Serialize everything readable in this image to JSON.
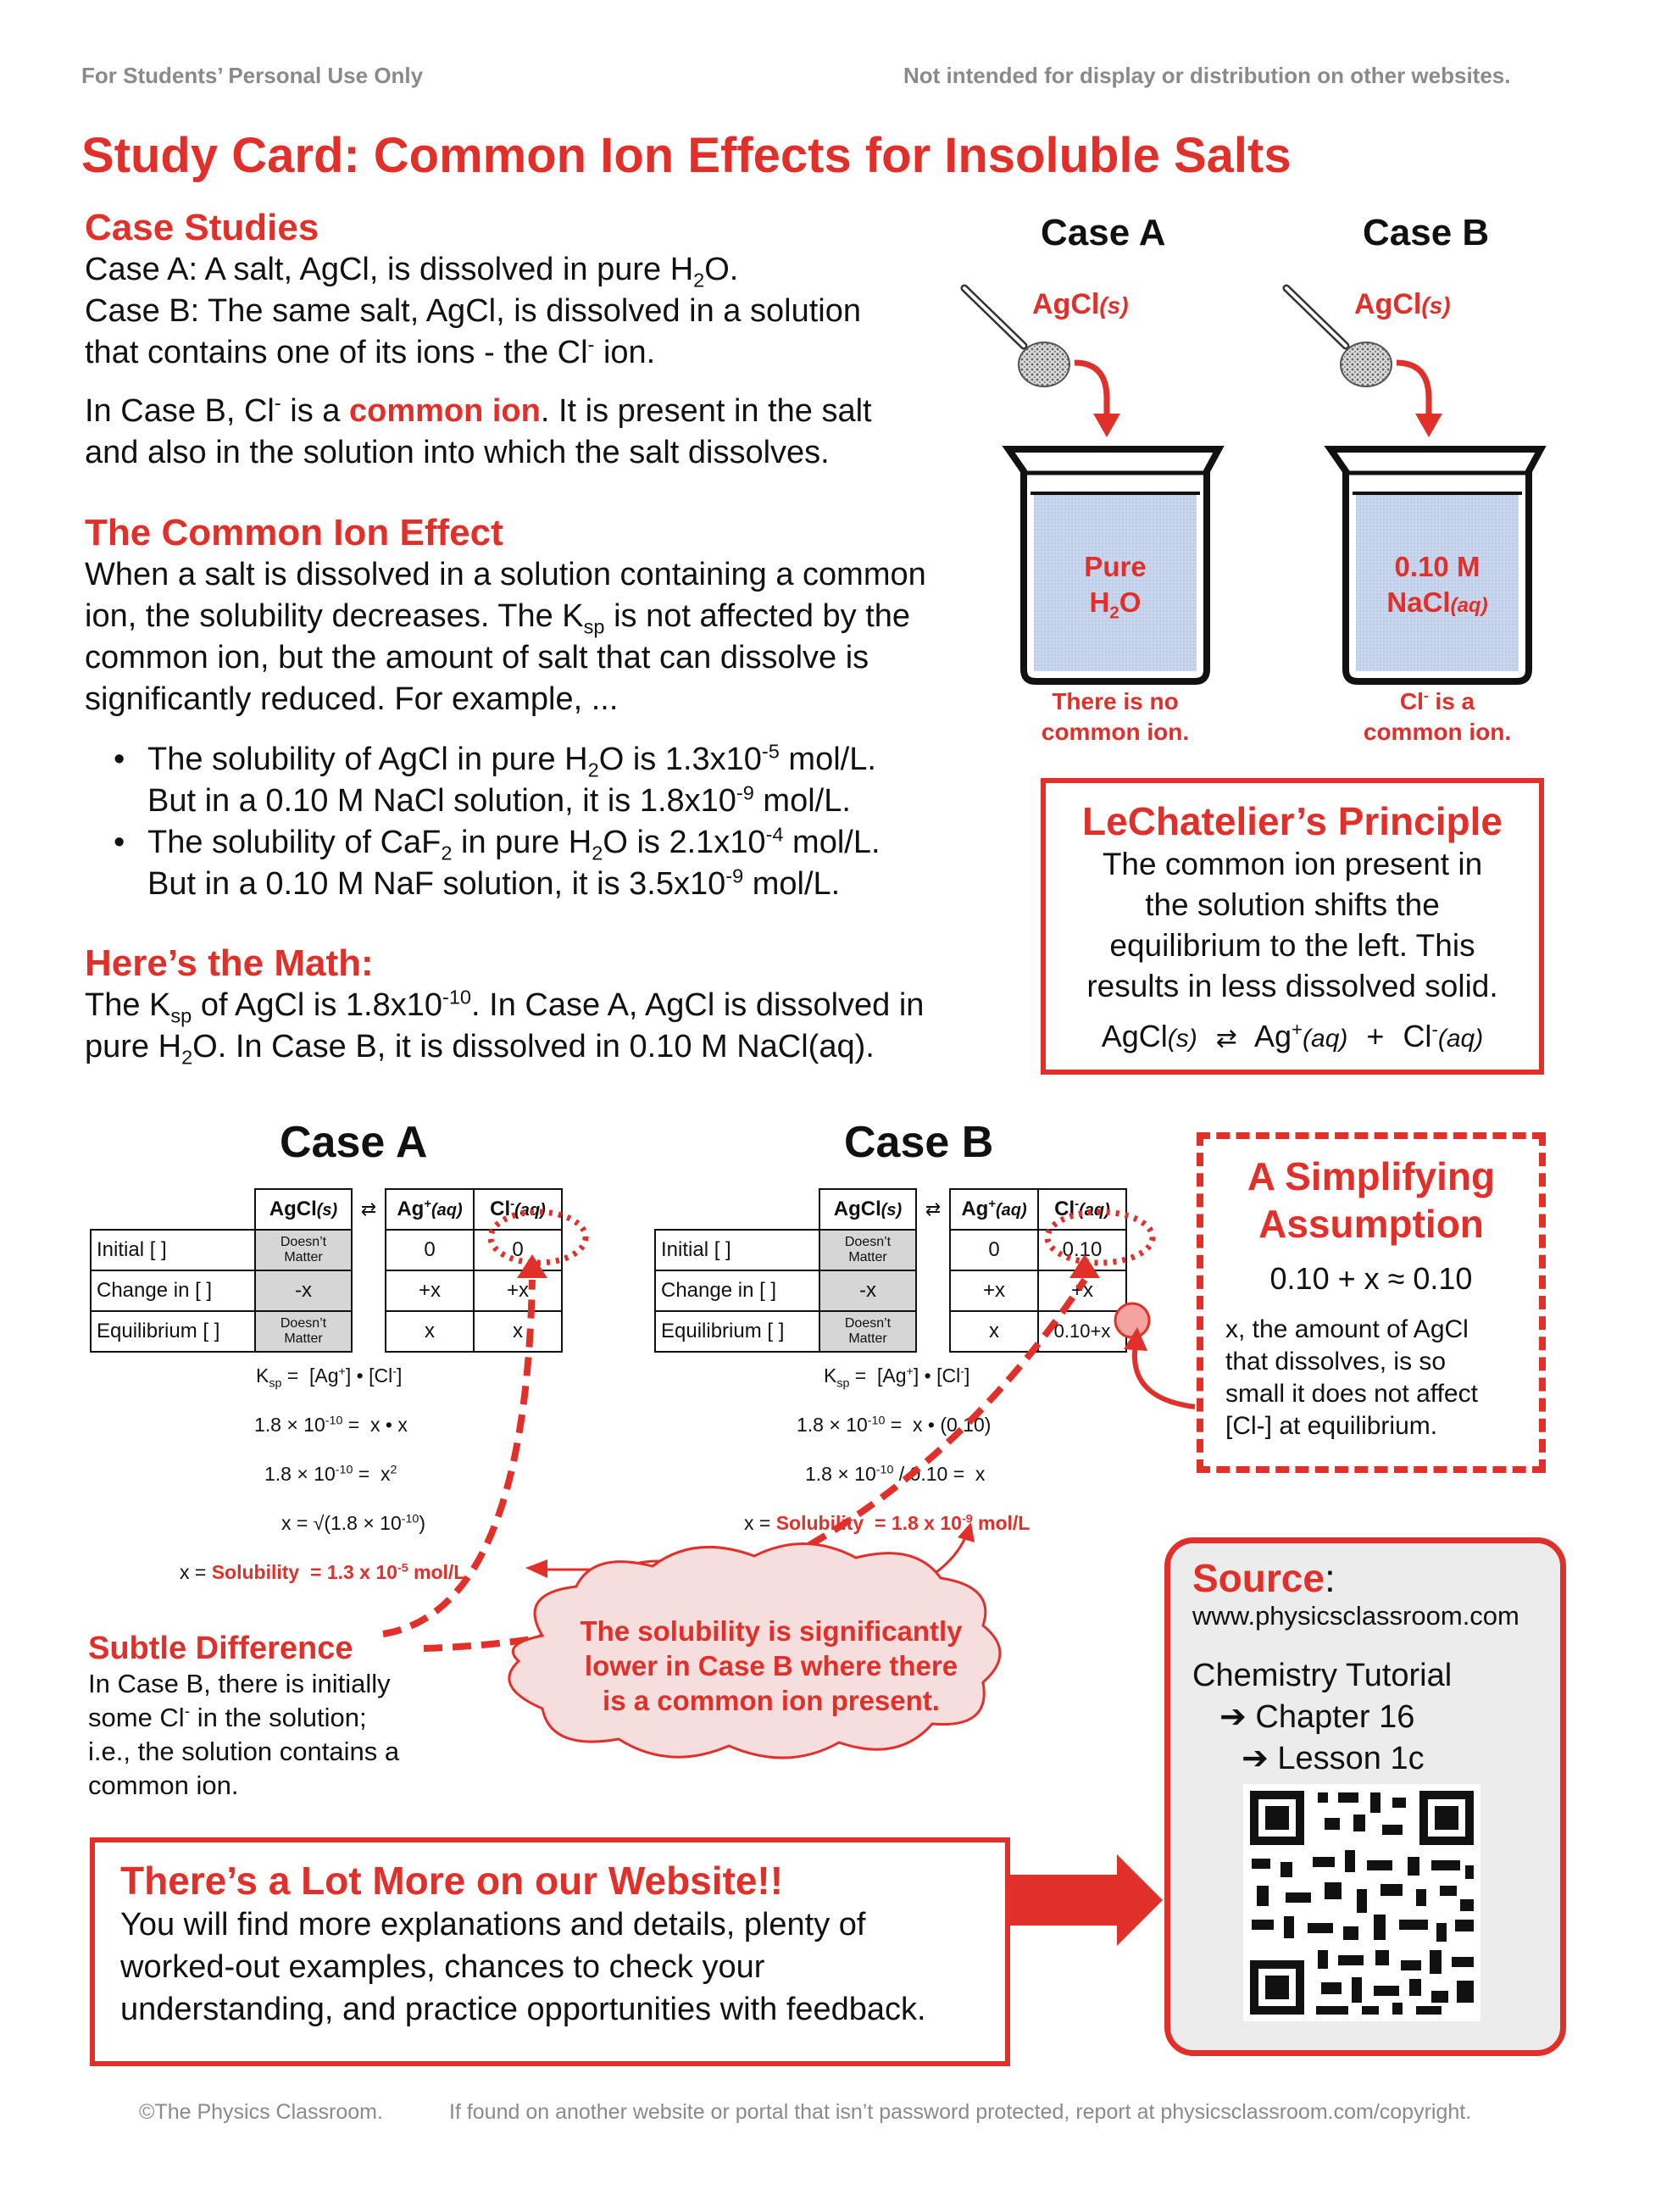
{
  "header": {
    "left": "For Students’ Personal Use Only",
    "right": "Not intended for display or distribution on other websites."
  },
  "title": "Study Card: Common Ion Effects for Insoluble Salts",
  "case_studies": {
    "heading": "Case Studies",
    "case_a_pre": "Case A: A salt, AgCl, is dissolved in pure H",
    "case_a_sub": "2",
    "case_a_post": "O.",
    "case_b_line1": "Case B: The same salt, AgCl, is dissolved in a solution",
    "case_b_line2_pre": "that contains one of its ions - the Cl",
    "case_b_line2_sup": "-",
    "case_b_line2_post": " ion.",
    "p2_pre": "In Case B, Cl",
    "p2_sup": "-",
    "p2_mid": " is a ",
    "p2_emph": "common ion",
    "p2_post": ". It is present in the salt",
    "p2_line2": "and also in the solution into which the salt dissolves."
  },
  "effect": {
    "heading": "The Common Ion Effect",
    "line1": "When a salt is dissolved in a solution containing a common",
    "line2_pre": "ion, the solubility decreases. The K",
    "line2_sub": "sp",
    "line2_post": " is not affected by the",
    "line3": "common ion, but the amount of salt that can dissolve is",
    "line4": "significantly reduced. For example, ...",
    "b1_l1_pre": "The solubility of AgCl in pure H",
    "b1_l1_sub": "2",
    "b1_l1_mid": "O is 1.3x10",
    "b1_l1_sup": "-5",
    "b1_l1_post": " mol/L.",
    "b1_l2_pre": "But in a 0.10 M NaCl solution, it is 1.8x10",
    "b1_l2_sup": "-9",
    "b1_l2_post": " mol/L.",
    "b2_l1_pre": "The solubility of CaF",
    "b2_l1_sub": "2",
    "b2_l1_mid": " in pure H",
    "b2_l1_sub2": "2",
    "b2_l1_mid2": "O is 2.1x10",
    "b2_l1_sup": "-4",
    "b2_l1_post": " mol/L.",
    "b2_l2_pre": "But in a 0.10 M NaF solution, it is 3.5x10",
    "b2_l2_sup": "-9",
    "b2_l2_post": " mol/L."
  },
  "math": {
    "heading": "Here’s the Math:",
    "l1_pre": "The K",
    "l1_sub": "sp",
    "l1_mid": " of AgCl is 1.8x10",
    "l1_sup": "-10",
    "l1_post": ". In Case A, AgCl is dissolved in",
    "l2_pre": "pure H",
    "l2_sub": "2",
    "l2_post": "O. In Case B, it is dissolved in 0.10 M NaCl(aq)."
  },
  "beakers": {
    "case_a_label": "Case A",
    "case_b_label": "Case B",
    "salt": "AgCl",
    "salt_state": "(s)",
    "a_content_l1": "Pure",
    "a_content_l2_pre": "H",
    "a_content_l2_sub": "2",
    "a_content_l2_post": "O",
    "b_content_l1": "0.10 M",
    "b_content_l2": "NaCl",
    "b_content_state": "(aq)",
    "a_caption_l1": "There is no",
    "a_caption_l2": "common ion.",
    "b_caption_l1_pre": "Cl",
    "b_caption_l1_sup": "-",
    "b_caption_l1_post": " is a",
    "b_caption_l2": "common ion."
  },
  "lechatelier": {
    "heading": "LeChatelier’s Principle",
    "l1": "The common ion present in",
    "l2": "the solution shifts the",
    "l3": "equilibrium to the left. This",
    "l4": "results in less dissolved solid.",
    "eq_left": "AgCl",
    "eq_left_state": "(s)",
    "eq_arrow": "⇄",
    "eq_mid": "Ag",
    "eq_mid_sup": "+",
    "eq_mid_state": "(aq)",
    "eq_plus": "+",
    "eq_right": "Cl",
    "eq_right_sup": "-",
    "eq_right_state": "(aq)"
  },
  "table_a": {
    "heading": "Case A",
    "cols": [
      "AgCl(s)",
      "⇄",
      "Ag+(aq)",
      "Cl-(aq)"
    ],
    "rows": [
      {
        "label": "Initial [ ]",
        "salt": "Doesn’t Matter",
        "ag": "0",
        "cl": "0"
      },
      {
        "label": "Change in [ ]",
        "salt": "-x",
        "ag": "+x",
        "cl": "+x"
      },
      {
        "label": "Equilibrium [ ]",
        "salt": "Doesn’t Matter",
        "ag": "x",
        "cl": "x"
      }
    ],
    "calc1": "Ksp =  [Ag+] • [Cl-]",
    "calc2": "1.8 × 10-10 =  x • x",
    "calc3": "1.8 × 10-10 =  x2",
    "calc4": "x = √(1.8 × 10-10)",
    "result_pre": "x = ",
    "result_val": "Solubility  = 1.3 x 10-5 mol/L"
  },
  "table_b": {
    "heading": "Case B",
    "rows": [
      {
        "label": "Initial [ ]",
        "salt": "Doesn’t Matter",
        "ag": "0",
        "cl": "0.10"
      },
      {
        "label": "Change in [ ]",
        "salt": "-x",
        "ag": "+x",
        "cl": "+x"
      },
      {
        "label": "Equilibrium [ ]",
        "salt": "Doesn’t Matter",
        "ag": "x",
        "cl": "0.10+x"
      }
    ],
    "calc1": "Ksp =  [Ag+] • [Cl-]",
    "calc2": "1.8 × 10-10 =  x • (0.10)",
    "calc3": "1.8 × 10-10 / 0.10 =  x",
    "result_pre": "x = ",
    "result_val": "Solubility  = 1.8 x 10-9 mol/L"
  },
  "assumption": {
    "heading_l1": "A Simplifying",
    "heading_l2": "Assumption",
    "eq": "0.10 + x ≈ 0.10",
    "l1": "x, the amount of AgCl",
    "l2": "that dissolves, is so",
    "l3": "small it does not affect",
    "l4": "[Cl-] at equilibrium."
  },
  "subtle": {
    "heading": "Subtle Difference",
    "l1": "In Case B, there is initially",
    "l2_pre": "some Cl",
    "l2_sup": "-",
    "l2_post": " in the solution;",
    "l3": "i.e., the solution contains a",
    "l4": "common ion."
  },
  "cloud": {
    "l1": "The solubility is significantly",
    "l2": "lower in Case B where there",
    "l3": "is a common ion present."
  },
  "more": {
    "heading": "There’s a Lot More on our Website!!",
    "l1": "You will find more explanations and details, plenty of",
    "l2": "worked-out examples, chances to check your",
    "l3": "understanding, and practice opportunities with feedback."
  },
  "source": {
    "heading": "Source",
    "colon": ":",
    "url": "www.physicsclassroom.com",
    "tutorial": "Chemistry Tutorial",
    "chapter": "➔ Chapter 16",
    "lesson": "➔ Lesson 1c"
  },
  "footer": {
    "left": "©The Physics Classroom.",
    "right": "If found on another website or portal that isn’t password protected, report at physicsclassroom.com/copyright."
  },
  "colors": {
    "accent": "#e1302a",
    "water": "#c9d7ee",
    "gray_cell": "#d6d6d6"
  }
}
